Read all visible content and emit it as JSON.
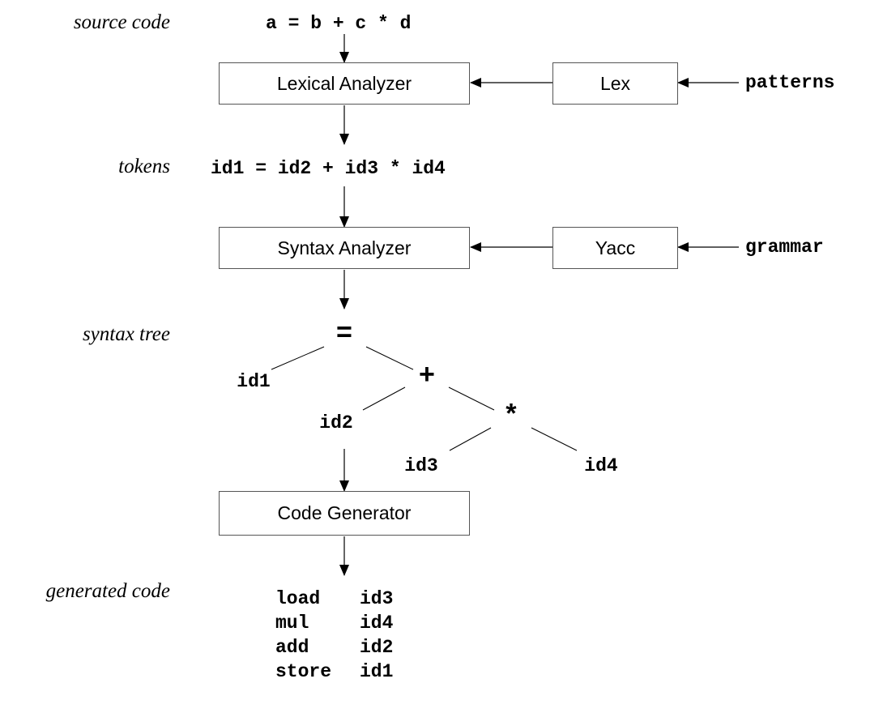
{
  "stages": {
    "source_code": "source code",
    "tokens": "tokens",
    "syntax_tree": "syntax tree",
    "generated_code": "generated code"
  },
  "source_expression": "a = b + c * d",
  "token_expression": "id1 = id2 + id3 * id4",
  "boxes": {
    "lexical_analyzer": "Lexical Analyzer",
    "lex": "Lex",
    "syntax_analyzer": "Syntax Analyzer",
    "yacc": "Yacc",
    "code_generator": "Code Generator"
  },
  "inputs": {
    "patterns": "patterns",
    "grammar": "grammar"
  },
  "syntax_tree": {
    "root": "=",
    "left": "id1",
    "plus": "+",
    "plus_left": "id2",
    "times": "*",
    "times_left": "id3",
    "times_right": "id4"
  },
  "generated_code": [
    {
      "op": "load",
      "arg": "id3"
    },
    {
      "op": "mul",
      "arg": "id4"
    },
    {
      "op": "add",
      "arg": "id2"
    },
    {
      "op": "store",
      "arg": "id1"
    }
  ]
}
